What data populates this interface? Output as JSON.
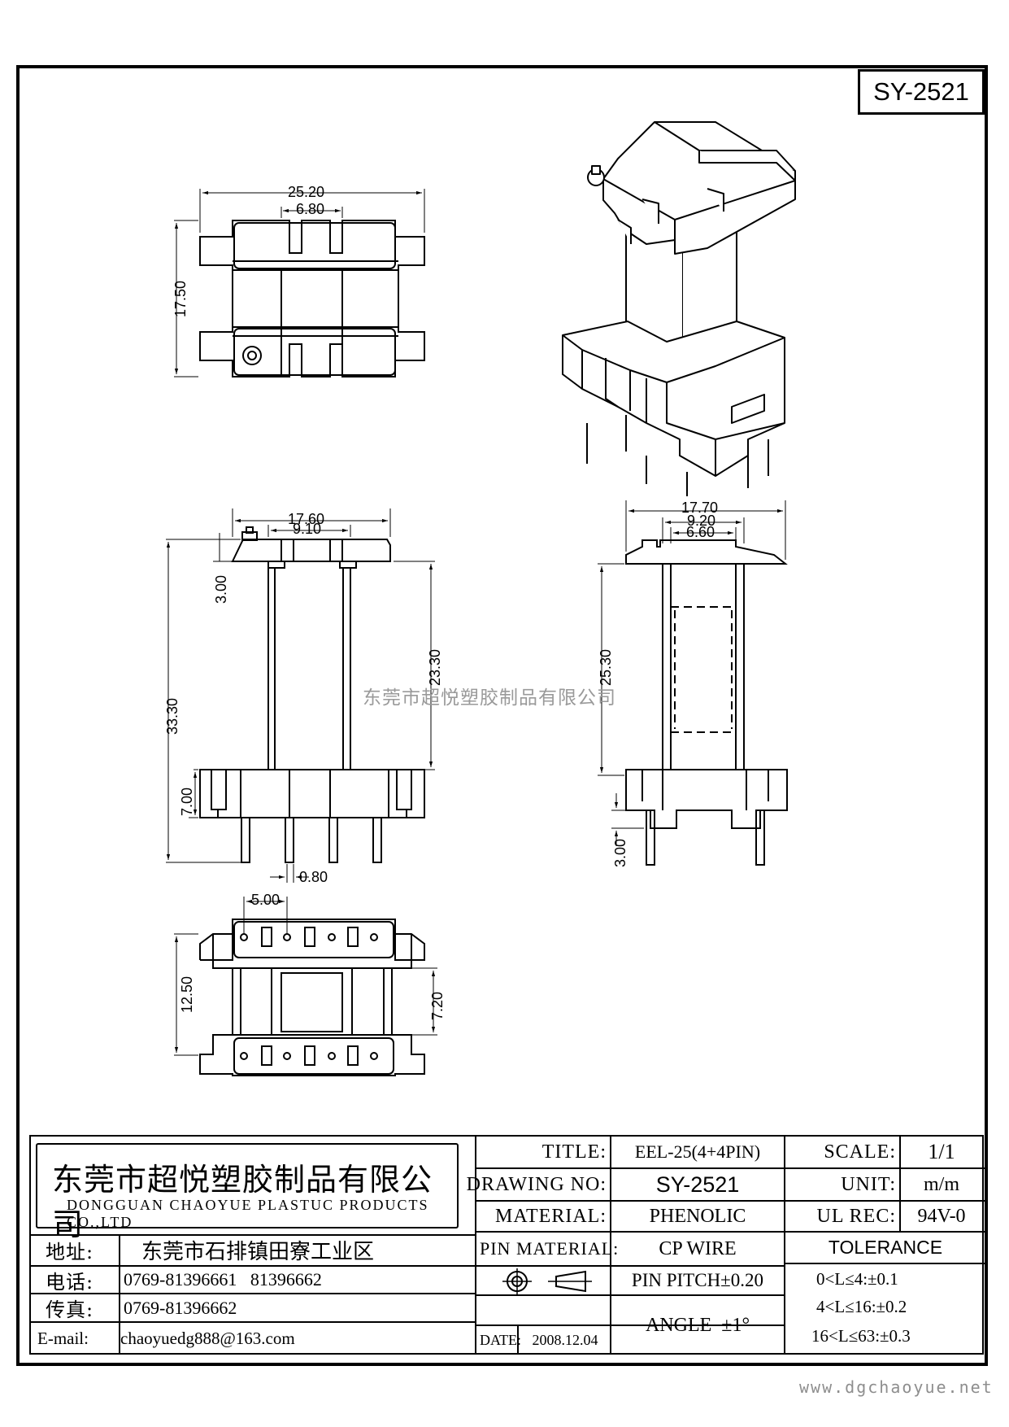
{
  "drawing_number": "SY-2521",
  "watermark": "东莞市超悦塑胶制品有限公司",
  "website": "www.dgchaoyue.net",
  "dimensions": {
    "top_width": "25.20",
    "top_slot": "6.80",
    "top_depth": "17.50",
    "front_width": "17.60",
    "front_inner": "9.10",
    "front_flange": "3.00",
    "front_total_height": "33.30",
    "front_inner_height": "23.30",
    "front_base": "7.00",
    "front_pin": "0.80",
    "side_width": "17.70",
    "side_mid": "9.20",
    "side_inner": "6.60",
    "side_height": "25.30",
    "side_pin_len": "3.00",
    "bottom_pitch": "5.00",
    "bottom_depth": "12.50",
    "bottom_inner": "7.20"
  },
  "title_block": {
    "company_cn": "东莞市超悦塑胶制品有限公司",
    "company_en": "DONGGUAN CHAOYUE PLASTUC PRODUCTS CO.,LTD",
    "address_label": "地址:",
    "address_value": "东莞市石排镇田寮工业区",
    "phone_label": "电话:",
    "phone_value": "0769-81396661   81396662",
    "fax_label": "传真:",
    "fax_value": "0769-81396662",
    "email_label": "E-mail:",
    "email_value": "chaoyuedg888@163.com",
    "title_label": "TITLE:",
    "title_value": "EEL-25(4+4PIN)",
    "drawing_no_label": "DRAWING NO:",
    "drawing_no_value": "SY-2521",
    "material_label": "MATERIAL:",
    "material_value": "PHENOLIC",
    "pin_material_label": "PIN MATERIAL:",
    "pin_material_value": "CP WIRE",
    "pin_pitch": "PIN PITCH±0.20",
    "date_label": "DATE:",
    "date_value": "2008.12.04",
    "angle": "ANGLE  ±1°",
    "scale_label": "SCALE:",
    "scale_value": "1/1",
    "unit_label": "UNIT:",
    "unit_value": "m/m",
    "ul_label": "UL REC:",
    "ul_value": "94V-0",
    "tolerance_label": "TOLERANCE",
    "tolerance_1": "0<L≤4:±0.1",
    "tolerance_2": "4<L≤16:±0.2",
    "tolerance_3": "16<L≤63:±0.3"
  }
}
